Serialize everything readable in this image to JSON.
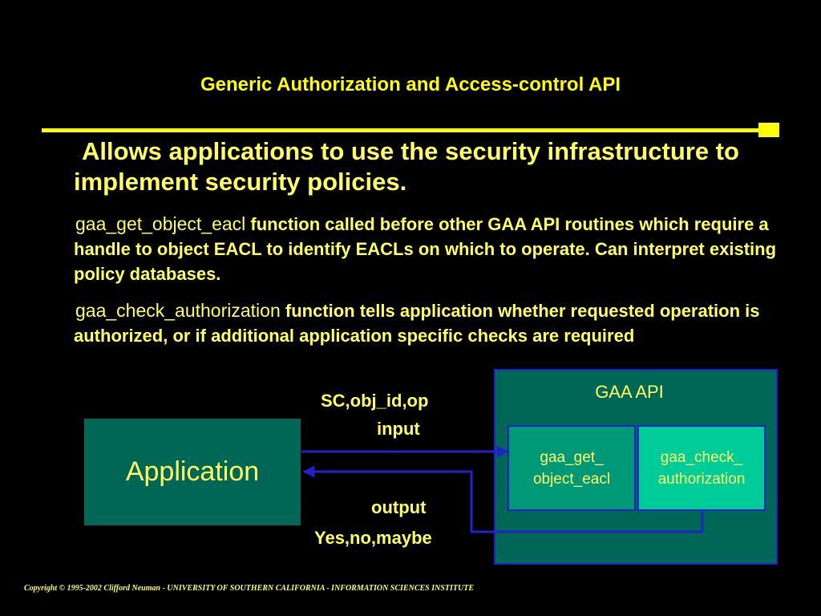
{
  "slide": {
    "title": "Generic Authorization and Access-control API",
    "bullets": [
      {
        "text": "Allows applications to use the security infrastructure to implement security policies."
      },
      {
        "fn": "gaa_get_object_eacl",
        "text": " function called before other GAA API routines which require a handle to  object EACL to identify EACLs on which to operate. Can interpret existing policy databases."
      },
      {
        "fn": "gaa_check_authorization",
        "text": " function tells application whether requested operation is authorized, or if additional application specific checks are required"
      }
    ],
    "copyright": "Copyright © 1995-2002 Clifford Neuman - UNIVERSITY OF SOUTHERN CALIFORNIA - INFORMATION SCIENCES INSTITUTE"
  },
  "diagram": {
    "application_label": "Application",
    "gaa_label": "GAA  API",
    "fn_get_line1": "gaa_get_",
    "fn_get_line2": "object_eacl",
    "fn_check_line1": "gaa_check_",
    "fn_check_line2": "authorization",
    "input_line1": "SC,obj_id,op",
    "input_line2": "input",
    "output_line1": "output",
    "output_line2": "Yes,no,maybe",
    "colors": {
      "background": "#000000",
      "text": "#ffff66",
      "box_fill": "#006655",
      "fn_get_fill": "#009977",
      "fn_check_fill": "#00cc99",
      "arrow": "#2222cc"
    }
  }
}
